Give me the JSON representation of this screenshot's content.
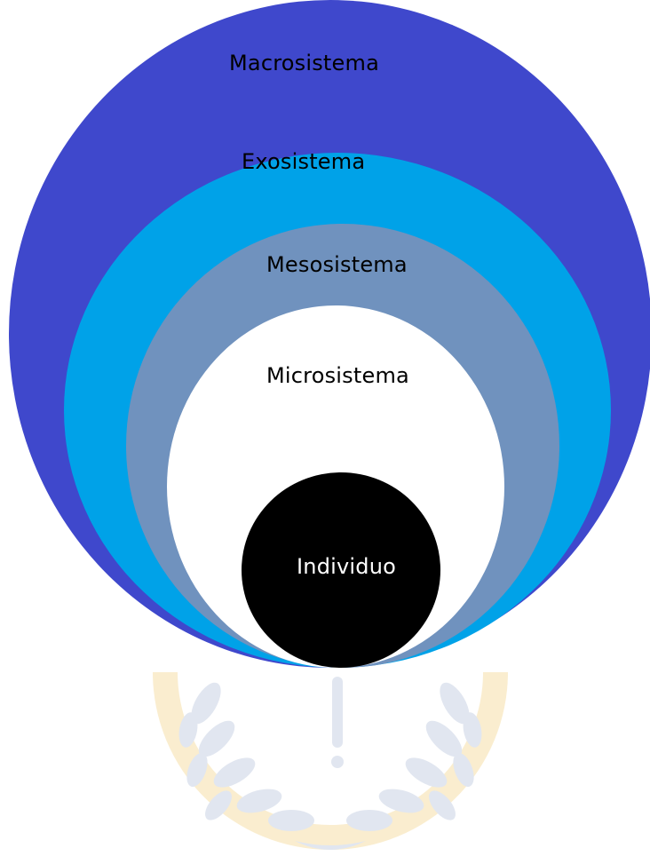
{
  "layers": {
    "macro": {
      "label": "Macrosistema",
      "color": "#3F48CC",
      "text_color": "#000000"
    },
    "exo": {
      "label": "Exosistema",
      "color": "#00A2E8",
      "text_color": "#000000"
    },
    "meso": {
      "label": "Mesosistema",
      "color": "#7092BE",
      "text_color": "#000000"
    },
    "micro": {
      "label": "Microsistema",
      "color": "#FFFFFF",
      "text_color": "#000000"
    },
    "individuo": {
      "label": "Individuo",
      "color": "#000000",
      "text_color": "#FFFFFF"
    }
  },
  "watermark": {
    "description_icon": "university-seal-watermark-icon",
    "laurel_color": "#B8C6DC",
    "border_color": "#F0D090",
    "center_color": "#B8C6DC"
  }
}
